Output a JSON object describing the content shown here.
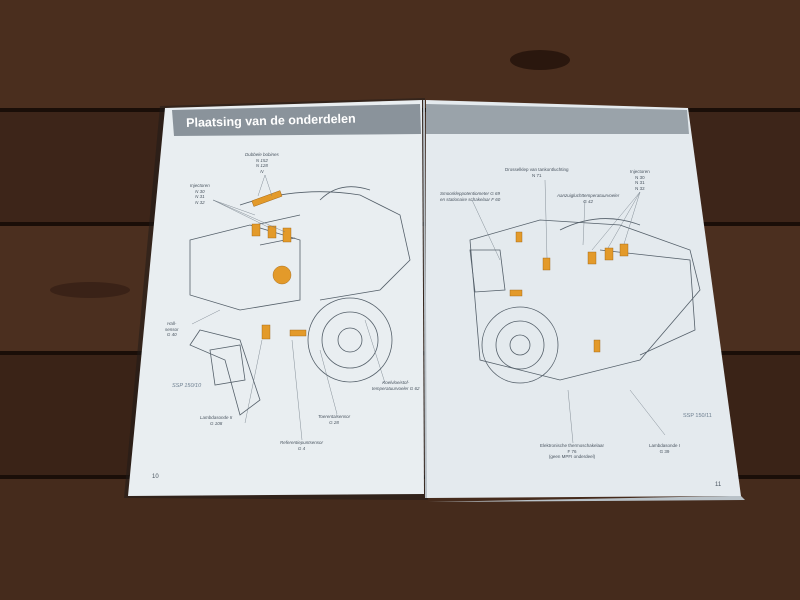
{
  "left_page": {
    "title": "Plaatsing van de onderdelen",
    "page_number": "10",
    "figure_code": "SSP 150/10",
    "labels": [
      {
        "text": "Injectoren\nN 30\nN 31\nN 32"
      },
      {
        "text": "Dubbele bobines\nN 152\nN 128\nN"
      },
      {
        "text": "Hall-\nsensor\nG 40"
      },
      {
        "text": "Koelvloeistof-\ntemperatuurvoeler G 62"
      },
      {
        "text": "Toerentalsensor\nG 28"
      },
      {
        "text": "Lambdasonde II\nG 108"
      },
      {
        "text": "Referentiepuntsensor\nG 4"
      }
    ]
  },
  "right_page": {
    "page_number": "11",
    "figure_code": "SSP 150/11",
    "labels": [
      {
        "text": "Smoorkleppotentiometer G 69\nen stationaire schakelaar F 60"
      },
      {
        "text": "Drosselklep van tankontluchting\nN 71"
      },
      {
        "text": "Aanzuigluchttemperatuurvoeler\nG 42"
      },
      {
        "text": "Injectoren\nN 30\nN 31\nN 32"
      },
      {
        "text": "Elektronische thermoschakelaar\nF 76\n(geen MPFI onderdeel)"
      },
      {
        "text": "Lambdasonde I\nG 39"
      }
    ]
  },
  "colors": {
    "highlight": "#e39a2a",
    "header_grey": "#8a939b",
    "page": "#e8edf0",
    "wood": "#3a2317"
  }
}
